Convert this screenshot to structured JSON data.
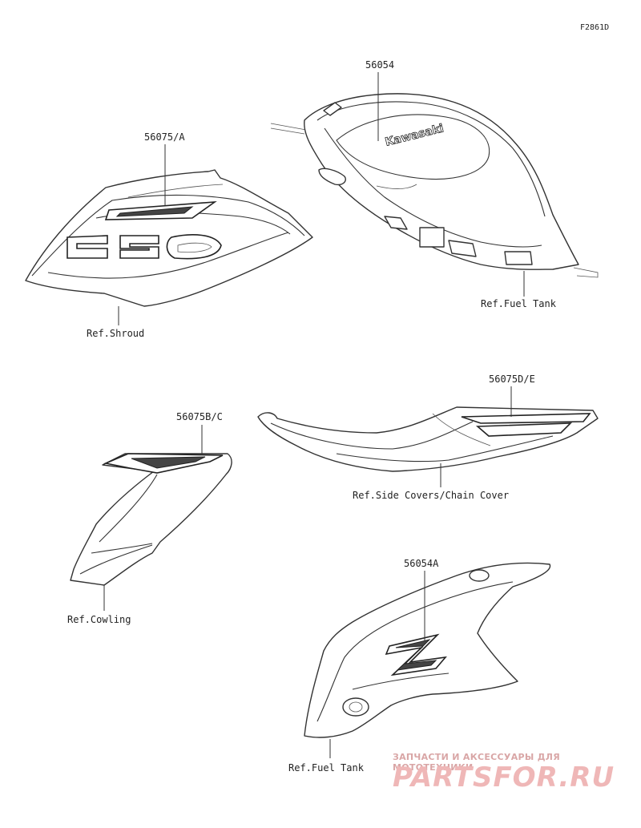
{
  "figure_code": "F2861D",
  "parts": {
    "tank_decal": {
      "part_no": "56054",
      "emblem_text": "Kawasaki",
      "ref": "Ref.Fuel Tank"
    },
    "shroud_decal": {
      "part_no": "56075/A",
      "emblem_text": "650",
      "ref": "Ref.Shroud"
    },
    "cowling_decal": {
      "part_no": "56075B/C",
      "ref": "Ref.Cowling"
    },
    "sidecover_decal": {
      "part_no": "56075D/E",
      "ref": "Ref.Side Covers/Chain Cover"
    },
    "tank_side_decal": {
      "part_no": "56054A",
      "emblem_text": "Z",
      "ref": "Ref.Fuel Tank"
    }
  },
  "watermark": {
    "tagline": "ЗАПЧАСТИ И АКСЕССУАРЫ ДЛЯ МОТОТЕХНИКИ",
    "logo": "PARTSFOR.RU"
  }
}
